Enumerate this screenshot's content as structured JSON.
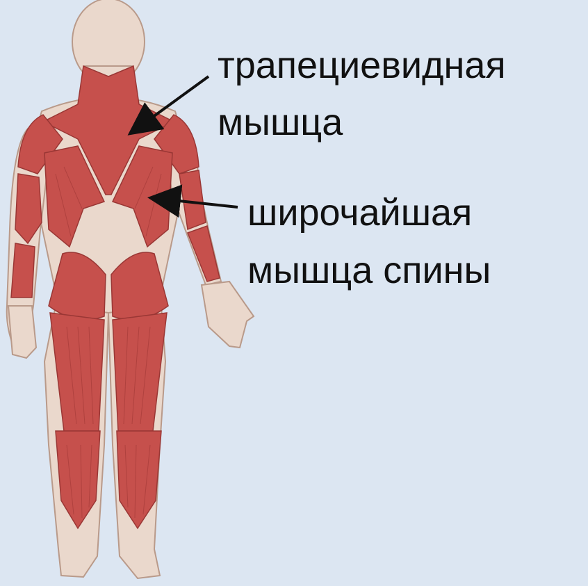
{
  "labels": {
    "trapezius": [
      "трапециевидная",
      "мышца"
    ],
    "latissimus": [
      "широчайшая",
      "мышца спины"
    ]
  },
  "colors": {
    "background": "#dce6f2",
    "muscle": "#c6504c",
    "muscle_shade": "#a63b39",
    "tendon": "#ead8cc",
    "arrow": "#111111"
  }
}
